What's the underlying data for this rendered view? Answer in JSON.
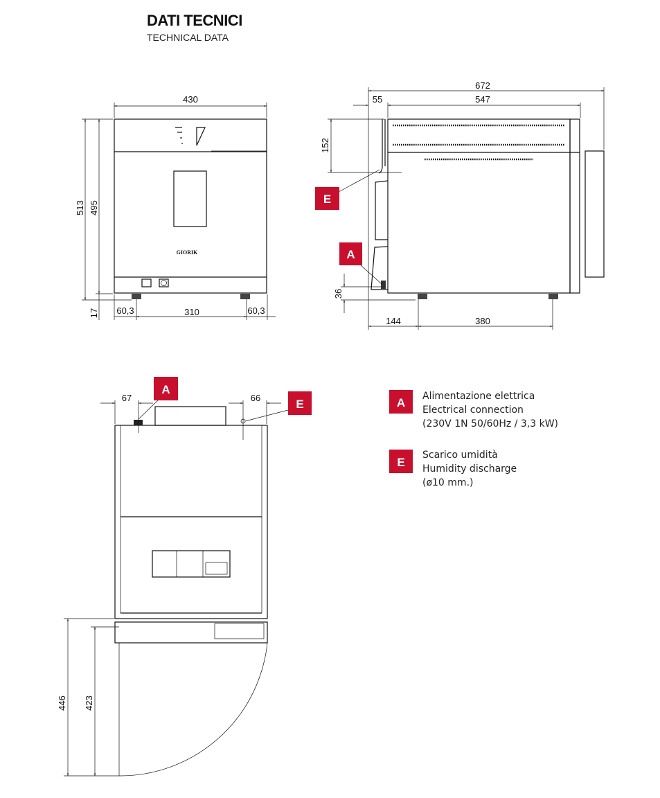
{
  "header": {
    "title": "DATI TECNICI",
    "subtitle": "TECHNICAL DATA"
  },
  "colors": {
    "accent": "#C8102E",
    "line": "#111111"
  },
  "front_view": {
    "dims": {
      "width": "430",
      "height_total": "513",
      "height_body": "495",
      "feet": "17",
      "left_offset": "60,3",
      "feet_spacing": "310",
      "right_offset": "60,3"
    },
    "logo": "GIORIK"
  },
  "side_view": {
    "dims": {
      "depth_total": "672",
      "rear_offset": "55",
      "depth_body": "547",
      "discharge_height": "152",
      "connection_height": "36",
      "foot_offset": "144",
      "feet_spacing": "380"
    },
    "markers": [
      "E",
      "A"
    ]
  },
  "top_view": {
    "dims": {
      "connection_offset": "67",
      "discharge_offset": "66",
      "door_swing_total": "446",
      "door_swing": "423"
    },
    "markers": [
      "A",
      "E"
    ]
  },
  "legend": [
    {
      "marker": "A",
      "lines": [
        "Alimentazione elettrica",
        "Electrical connection",
        "(230V 1N 50/60Hz / 3,3 kW)"
      ]
    },
    {
      "marker": "E",
      "lines": [
        "Scarico umidità",
        "Humidity discharge",
        "(ø10 mm.)"
      ]
    }
  ]
}
